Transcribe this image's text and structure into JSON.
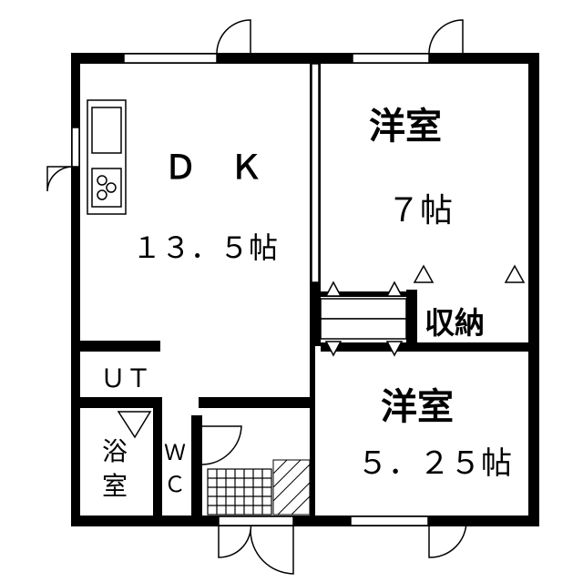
{
  "rooms": {
    "dk": {
      "name": "Ｄ　Ｋ",
      "size": "１３．５帖"
    },
    "bedroom1": {
      "name": "洋室",
      "size": "７帖"
    },
    "storage": {
      "name": "収納"
    },
    "bedroom2": {
      "name": "洋室",
      "size": "５．２５帖"
    },
    "ut": {
      "name": "ＵＴ"
    },
    "bath": {
      "name_top": "浴",
      "name_bottom": "室"
    },
    "wc": {
      "name_top": "Ｗ",
      "name_bottom": "Ｃ"
    }
  }
}
